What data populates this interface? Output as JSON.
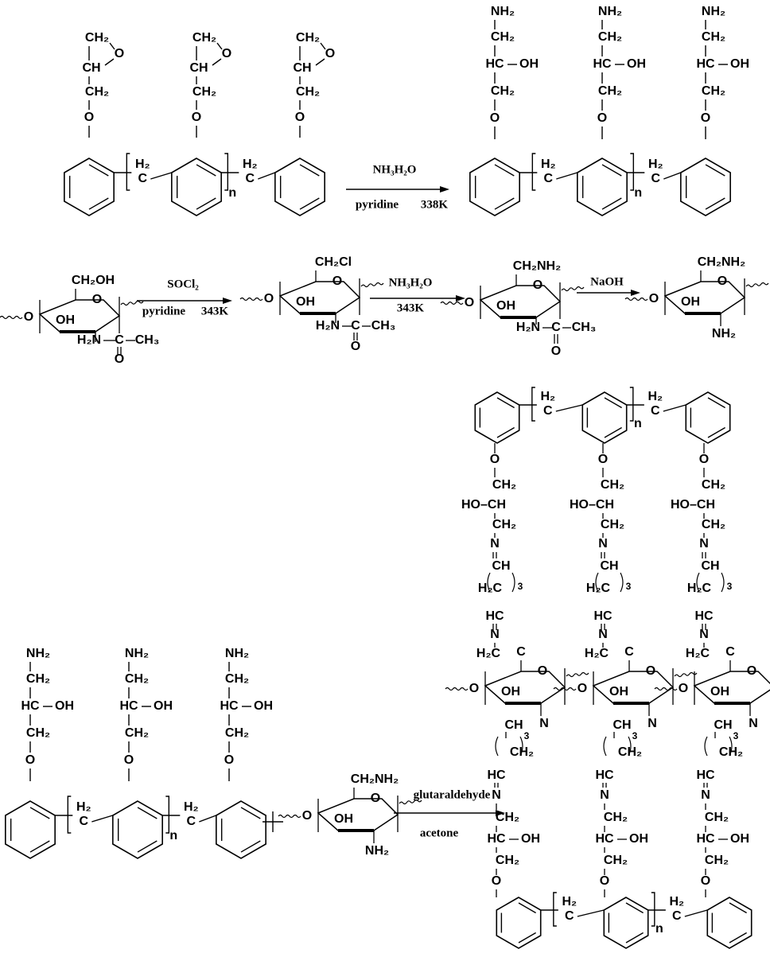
{
  "labels": {
    "CH2": "CH₂",
    "CH": "CH",
    "HC": "HC",
    "H2C": "H₂C",
    "O": "O",
    "OH": "OH",
    "HO-CH": "HO–CH",
    "NH2": "NH₂",
    "N": "N",
    "H2N": "H₂N",
    "H2": "H₂",
    "C": "C",
    "CH3": "CH₃",
    "CH2OH": "CH₂OH",
    "CH2Cl": "CH₂Cl",
    "CH2NH2": "CH₂NH₂",
    "n": "n",
    "three": "3"
  },
  "reagents": {
    "r1_top": "NH₃H₂O",
    "r1_bottom_left": "pyridine",
    "r1_bottom_right": "338K",
    "r2_top": "SOCl₂",
    "r2_bottom_left": "pyridine",
    "r2_bottom_right": "343K",
    "r3_top": "NH₃H₂O",
    "r3_bottom": "343K",
    "r4_top": "NaOH",
    "r5_top": "glutaraldehyde",
    "r5_bottom": "acetone"
  }
}
